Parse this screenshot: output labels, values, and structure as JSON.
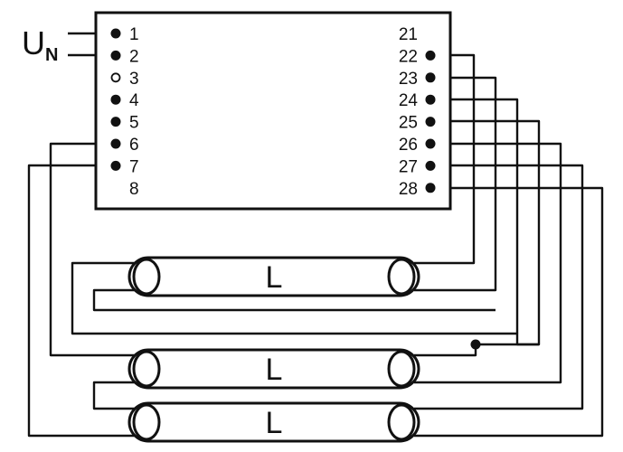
{
  "supply": {
    "symbol": "U",
    "subscript": "N"
  },
  "pins_left": [
    {
      "label": "1",
      "terminal": "filled"
    },
    {
      "label": "2",
      "terminal": "filled"
    },
    {
      "label": "3",
      "terminal": "hollow"
    },
    {
      "label": "4",
      "terminal": "filled"
    },
    {
      "label": "5",
      "terminal": "filled"
    },
    {
      "label": "6",
      "terminal": "filled"
    },
    {
      "label": "7",
      "terminal": "filled"
    },
    {
      "label": "8",
      "terminal": "none"
    }
  ],
  "pins_right": [
    {
      "label": "21",
      "terminal": "none"
    },
    {
      "label": "22",
      "terminal": "filled"
    },
    {
      "label": "23",
      "terminal": "filled"
    },
    {
      "label": "24",
      "terminal": "filled"
    },
    {
      "label": "25",
      "terminal": "filled"
    },
    {
      "label": "26",
      "terminal": "filled"
    },
    {
      "label": "27",
      "terminal": "filled"
    },
    {
      "label": "28",
      "terminal": "filled"
    }
  ],
  "lamps": [
    {
      "label": "L"
    },
    {
      "label": "L"
    },
    {
      "label": "L"
    }
  ]
}
